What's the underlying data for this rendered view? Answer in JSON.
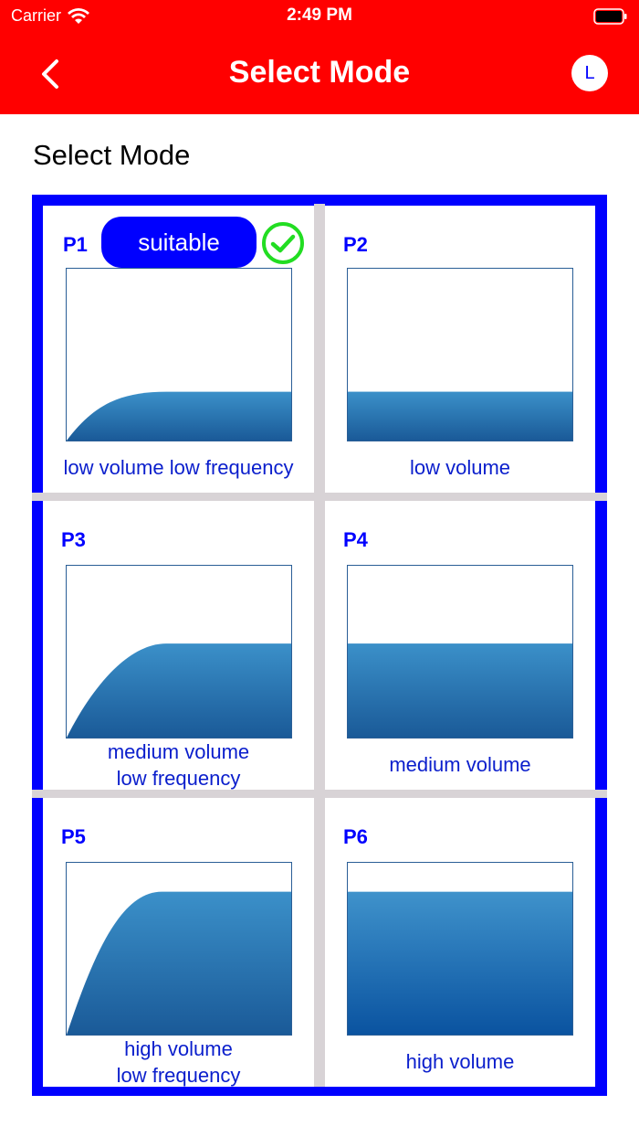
{
  "status_bar": {
    "carrier": "Carrier",
    "time": "2:49 PM"
  },
  "nav": {
    "title": "Select Mode",
    "avatar_letter": "L"
  },
  "section_title": "Select Mode",
  "colors": {
    "header_bg": "#ff0000",
    "accent_blue": "#0000ff",
    "graph_fill_top": "#3b90c9",
    "graph_fill_bottom": "#1a5a98",
    "check_green": "#22dd22",
    "divider": "#d8d3d6"
  },
  "badge": {
    "label": "suitable",
    "icon": "check-circle-icon"
  },
  "modes": [
    {
      "id": "P1",
      "label_line1": "low volume low frequency",
      "label_line2": ""
    },
    {
      "id": "P2",
      "label_line1": "low volume",
      "label_line2": ""
    },
    {
      "id": "P3",
      "label_line1": "medium volume",
      "label_line2": "low frequency"
    },
    {
      "id": "P4",
      "label_line1": "medium volume",
      "label_line2": ""
    },
    {
      "id": "P5",
      "label_line1": "high volume",
      "label_line2": "low frequency"
    },
    {
      "id": "P6",
      "label_line1": "high volume",
      "label_line2": ""
    }
  ]
}
